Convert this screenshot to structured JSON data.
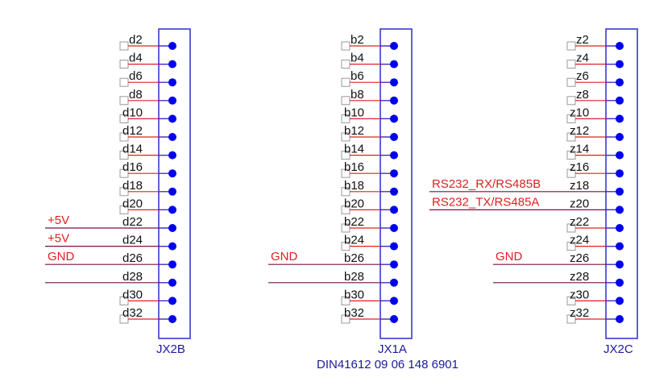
{
  "colors": {
    "box": "#2b2bd0",
    "dot": "#0000ee",
    "pin_wire": "#e02020",
    "net_wire": "#7a1040",
    "net_label": "#e02020",
    "ref": "#1a1a9a",
    "nc": "#999999"
  },
  "connectors": [
    {
      "ref": "JX2B",
      "prefix": "d",
      "pins": [
        "d2",
        "d4",
        "d6",
        "d8",
        "d10",
        "d12",
        "d14",
        "d16",
        "d18",
        "d20",
        "d22",
        "d24",
        "d26",
        "d28",
        "d30",
        "d32"
      ],
      "nets": [
        {
          "pin": "d22",
          "label": "+5V"
        },
        {
          "pin": "d24",
          "label": "+5V"
        },
        {
          "pin": "d26",
          "label": "GND"
        },
        {
          "pin": "d28",
          "label": ""
        }
      ]
    },
    {
      "ref": "JX1A",
      "prefix": "b",
      "pins": [
        "b2",
        "b4",
        "b6",
        "b8",
        "b10",
        "b12",
        "b14",
        "b16",
        "b18",
        "b20",
        "b22",
        "b24",
        "b26",
        "b28",
        "b30",
        "b32"
      ],
      "nets": [
        {
          "pin": "b26",
          "label": "GND"
        },
        {
          "pin": "b28",
          "label": ""
        }
      ]
    },
    {
      "ref": "JX2C",
      "prefix": "z",
      "pins": [
        "z2",
        "z4",
        "z6",
        "z8",
        "z10",
        "z12",
        "z14",
        "z16",
        "z18",
        "z20",
        "z22",
        "z24",
        "z26",
        "z28",
        "z30",
        "z32"
      ],
      "nets": [
        {
          "pin": "z18",
          "label": "RS232_RX/RS485B"
        },
        {
          "pin": "z20",
          "label": "RS232_TX/RS485A"
        },
        {
          "pin": "z26",
          "label": "GND"
        },
        {
          "pin": "z28",
          "label": ""
        }
      ]
    }
  ],
  "part_number": "DIN41612 09 06 148 6901"
}
